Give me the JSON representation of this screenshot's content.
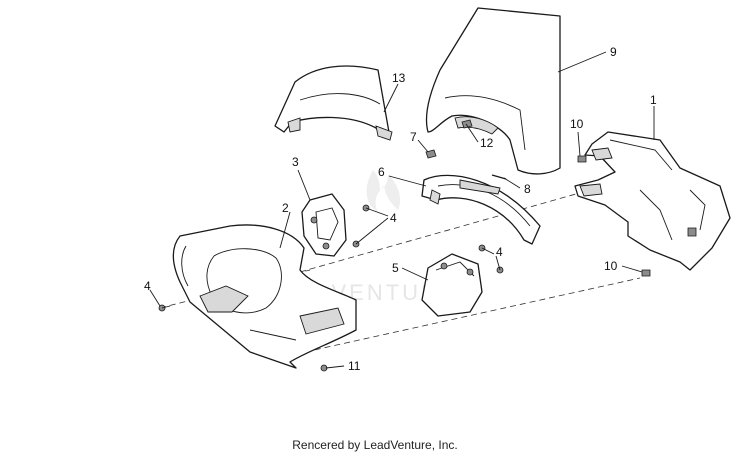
{
  "watermark": "LEADVENTURE",
  "footer": "Rencered by LeadVenture, Inc.",
  "callouts": [
    "1",
    "2",
    "3",
    "4",
    "4",
    "4",
    "5",
    "6",
    "7",
    "8",
    "9",
    "10",
    "10",
    "11",
    "12",
    "13"
  ]
}
